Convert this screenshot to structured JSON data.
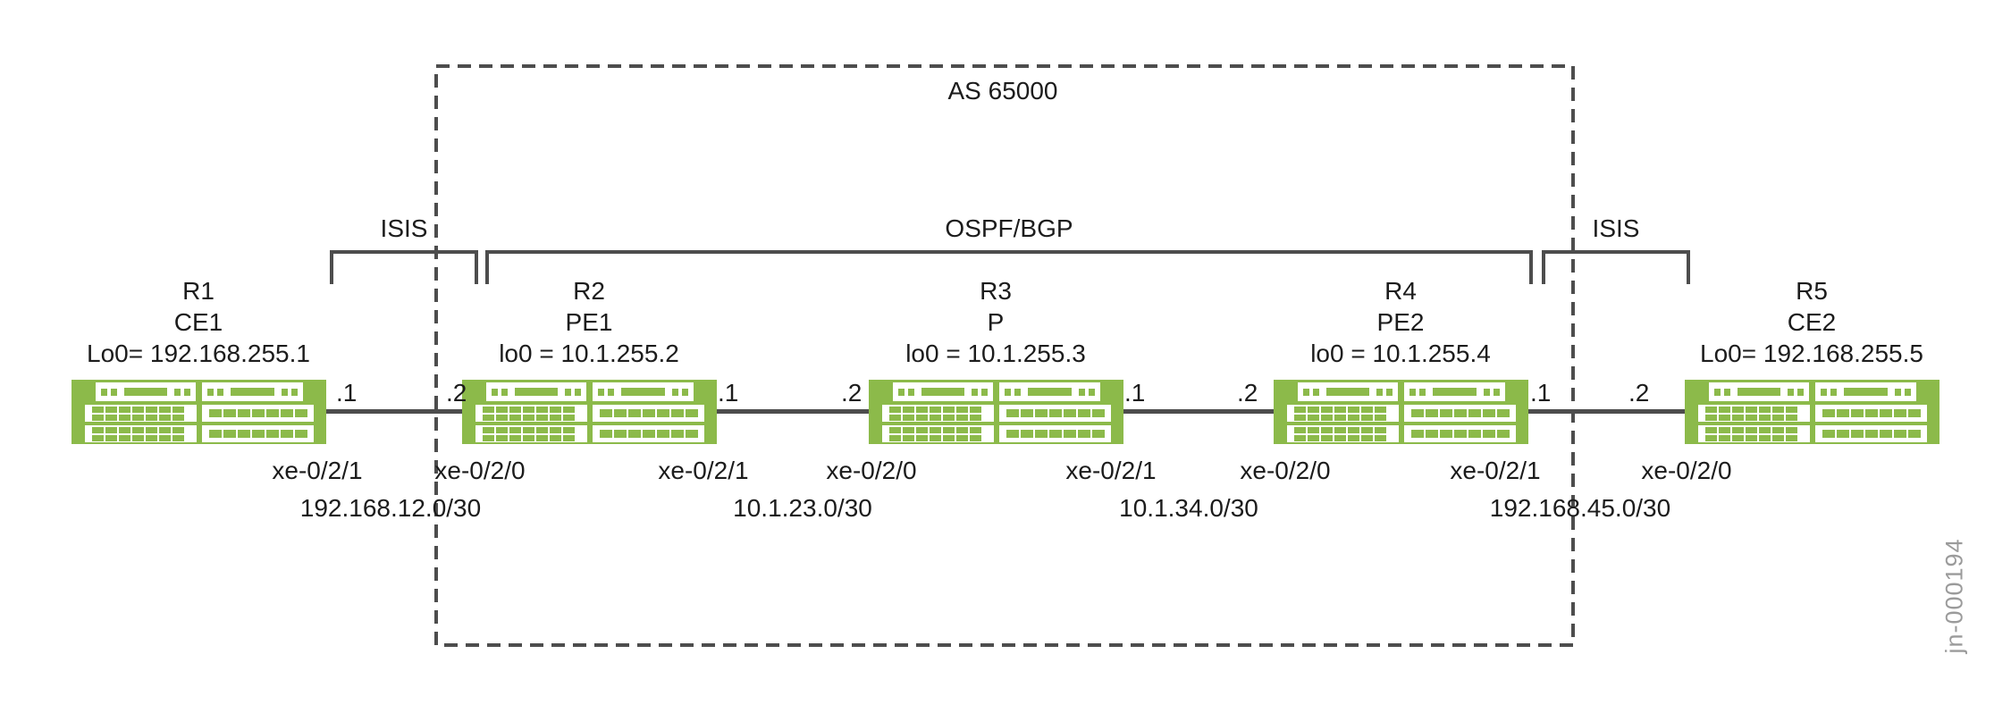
{
  "as_box": {
    "label": "AS 65000"
  },
  "brackets": {
    "left": "ISIS",
    "middle": "OSPF/BGP",
    "right": "ISIS"
  },
  "routers": [
    {
      "name": "R1",
      "role": "CE1",
      "loopback": "Lo0= 192.168.255.1"
    },
    {
      "name": "R2",
      "role": "PE1",
      "loopback": "lo0 = 10.1.255.2"
    },
    {
      "name": "R3",
      "role": "P",
      "loopback": "lo0 = 10.1.255.3"
    },
    {
      "name": "R4",
      "role": "PE2",
      "loopback": "lo0 = 10.1.255.4"
    },
    {
      "name": "R5",
      "role": "CE2",
      "loopback": "Lo0= 192.168.255.5"
    }
  ],
  "links": [
    {
      "left_ip": ".1",
      "right_ip": ".2",
      "left_interface": "xe-0/2/1",
      "right_interface": "xe-0/2/0",
      "subnet": "192.168.12.0/30"
    },
    {
      "left_ip": ".1",
      "right_ip": ".2",
      "left_interface": "xe-0/2/1",
      "right_interface": "xe-0/2/0",
      "subnet": "10.1.23.0/30"
    },
    {
      "left_ip": ".1",
      "right_ip": ".2",
      "left_interface": "xe-0/2/1",
      "right_interface": "xe-0/2/0",
      "subnet": "10.1.34.0/30"
    },
    {
      "left_ip": ".1",
      "right_ip": ".2",
      "left_interface": "xe-0/2/1",
      "right_interface": "xe-0/2/0",
      "subnet": "192.168.45.0/30"
    }
  ],
  "watermark": "jn-000194",
  "colors": {
    "router_green": "#8cba4a",
    "line_gray": "#4d4d4d",
    "text_dark": "#1c1c1c",
    "watermark_gray": "#9b9b9b"
  }
}
